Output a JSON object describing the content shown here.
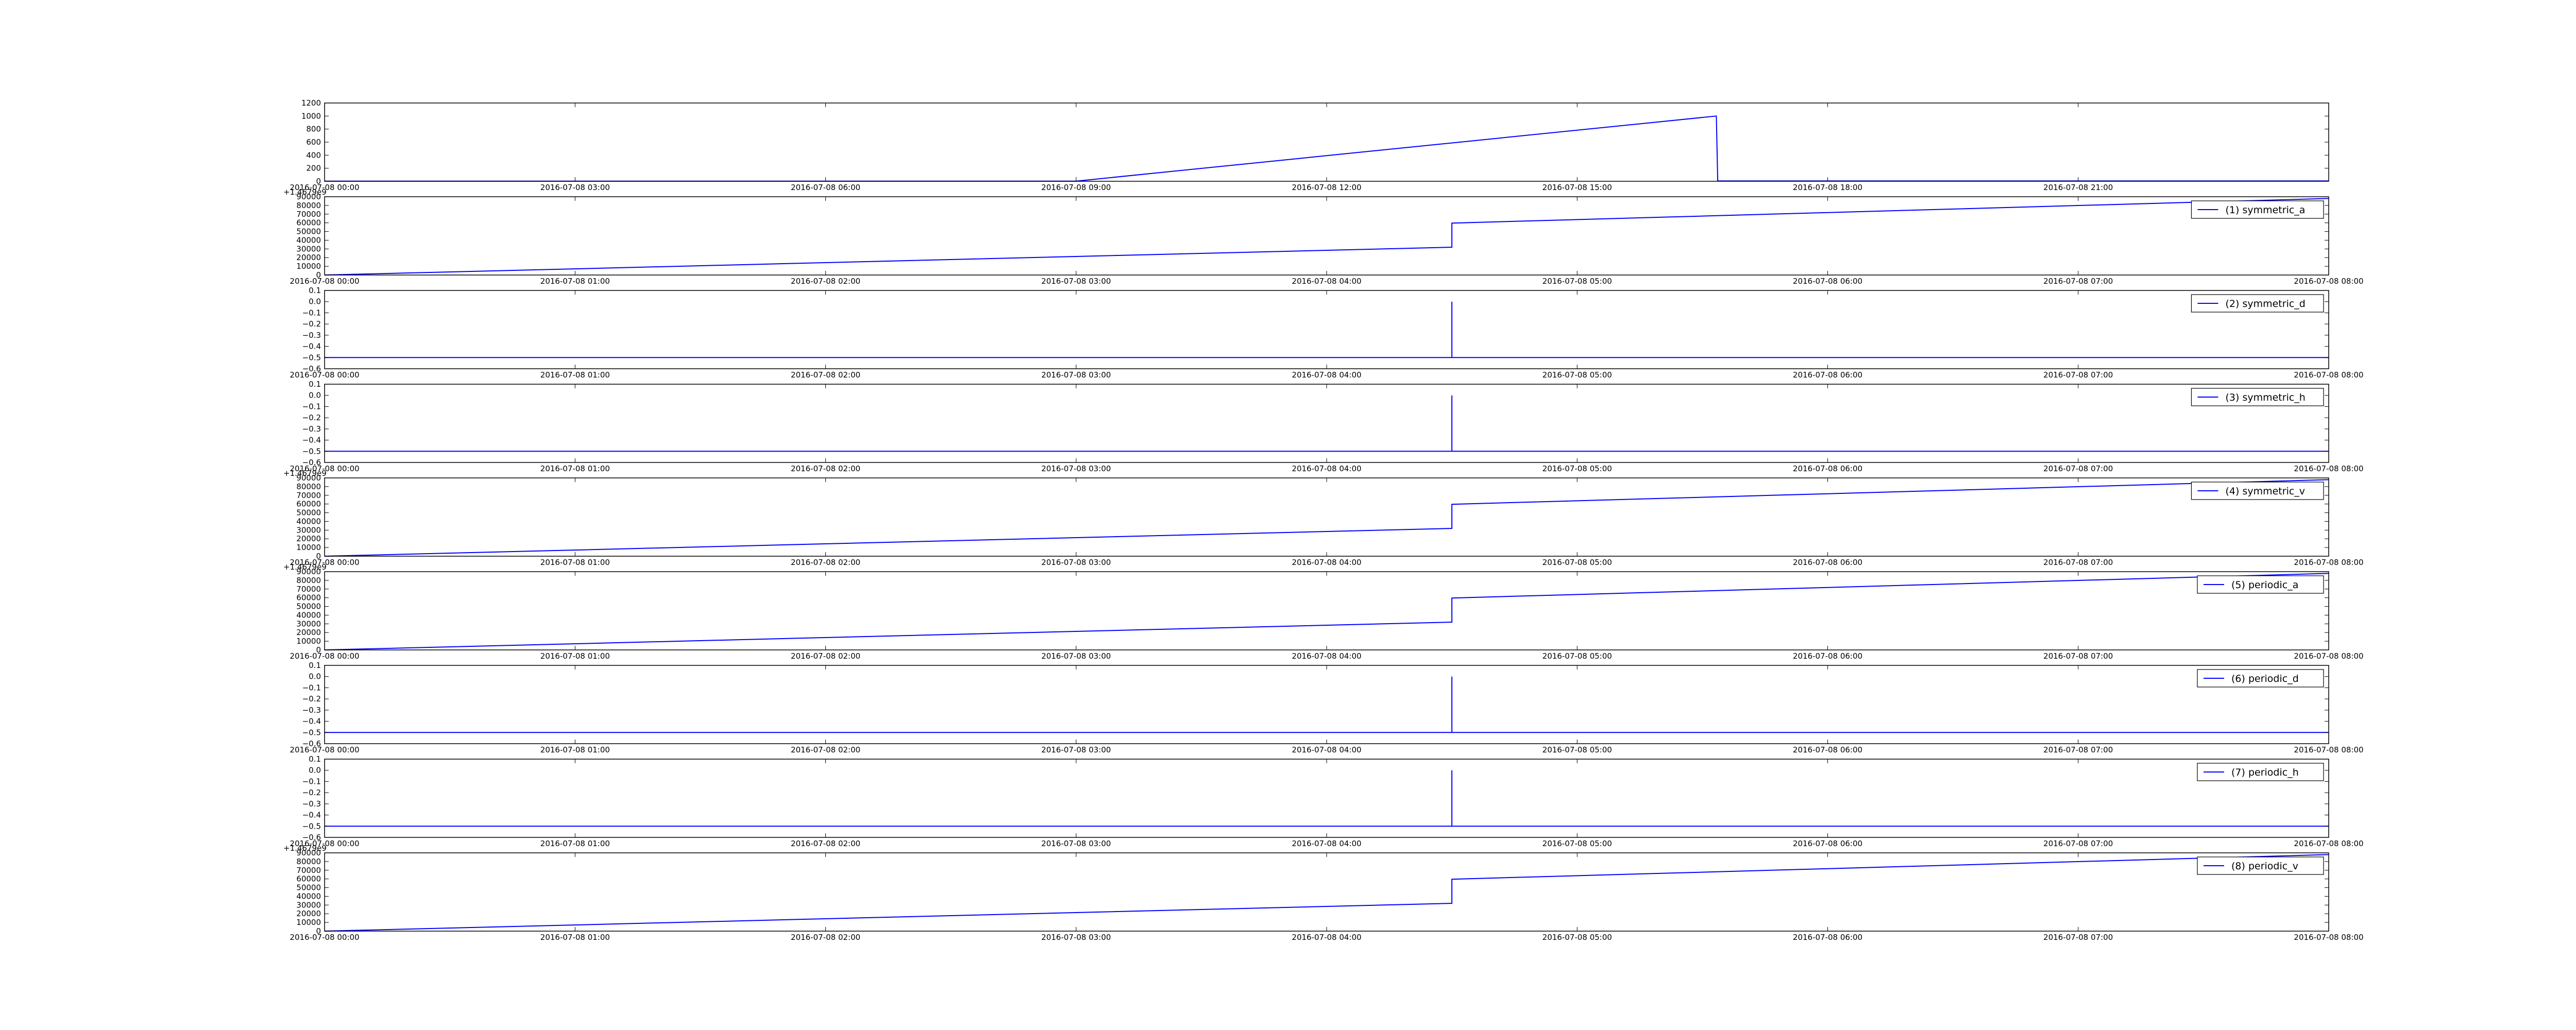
{
  "chart_data": [
    {
      "type": "line",
      "title": "",
      "xlabel": "",
      "ylabel": "",
      "x_type": "time",
      "xlim": [
        "2016-07-08 00:00",
        "2016-07-09 00:00"
      ],
      "ylim": [
        0,
        1200
      ],
      "y_ticks": [
        0,
        200,
        400,
        600,
        800,
        1000,
        1200
      ],
      "x_tick_labels": [
        "2016-07-08 00:00",
        "2016-07-08 03:00",
        "2016-07-08 06:00",
        "2016-07-08 09:00",
        "2016-07-08 12:00",
        "2016-07-08 15:00",
        "2016-07-08 18:00",
        "2016-07-08 21:00"
      ],
      "offset_label": "",
      "grid": false,
      "legend": null,
      "series": [
        {
          "color": "#0000ff",
          "points": [
            [
              "2016-07-08 00:00",
              2
            ],
            [
              "2016-07-08 09:00",
              2
            ],
            [
              "2016-07-08 16:40",
              1000
            ],
            [
              "2016-07-08 16:41",
              5
            ],
            [
              "2016-07-09 00:00",
              5
            ]
          ]
        }
      ]
    },
    {
      "type": "line",
      "title": "",
      "xlabel": "",
      "ylabel": "",
      "x_type": "time",
      "xlim": [
        "2016-07-08 00:00",
        "2016-07-08 08:00"
      ],
      "ylim": [
        0,
        90000
      ],
      "y_ticks": [
        0,
        10000,
        20000,
        30000,
        40000,
        50000,
        60000,
        70000,
        80000,
        90000
      ],
      "x_tick_labels": [
        "2016-07-08 00:00",
        "2016-07-08 01:00",
        "2016-07-08 02:00",
        "2016-07-08 03:00",
        "2016-07-08 04:00",
        "2016-07-08 05:00",
        "2016-07-08 06:00",
        "2016-07-08 07:00",
        "2016-07-08 08:00"
      ],
      "offset_label": "+1.4679e9",
      "grid": false,
      "legend": "top-right",
      "series": [
        {
          "name": "(1) symmetric_a",
          "color": "#0000ff",
          "points": [
            [
              "2016-07-08 00:00",
              0
            ],
            [
              "2016-07-08 04:30",
              32000
            ],
            [
              "2016-07-08 04:30",
              59700
            ],
            [
              "2016-07-08 08:00",
              88000
            ]
          ]
        }
      ]
    },
    {
      "type": "line",
      "title": "",
      "xlabel": "",
      "ylabel": "",
      "x_type": "time",
      "xlim": [
        "2016-07-08 00:00",
        "2016-07-08 08:00"
      ],
      "ylim": [
        -0.6,
        0.1
      ],
      "y_ticks": [
        -0.6,
        -0.5,
        -0.4,
        -0.3,
        -0.2,
        -0.1,
        0.0,
        0.1
      ],
      "x_tick_labels": [
        "2016-07-08 00:00",
        "2016-07-08 01:00",
        "2016-07-08 02:00",
        "2016-07-08 03:00",
        "2016-07-08 04:00",
        "2016-07-08 05:00",
        "2016-07-08 06:00",
        "2016-07-08 07:00",
        "2016-07-08 08:00"
      ],
      "offset_label": "",
      "grid": false,
      "legend": "top-right",
      "series": [
        {
          "name": "(2) symmetric_d",
          "color": "#0000ff",
          "points": [
            [
              "2016-07-08 00:00",
              -0.5
            ],
            [
              "2016-07-08 04:30",
              -0.5
            ],
            [
              "2016-07-08 04:30",
              0.0
            ],
            [
              "2016-07-08 04:30",
              -0.5
            ],
            [
              "2016-07-08 08:00",
              -0.5
            ]
          ]
        }
      ]
    },
    {
      "type": "line",
      "title": "",
      "xlabel": "",
      "ylabel": "",
      "x_type": "time",
      "xlim": [
        "2016-07-08 00:00",
        "2016-07-08 08:00"
      ],
      "ylim": [
        -0.6,
        0.1
      ],
      "y_ticks": [
        -0.6,
        -0.5,
        -0.4,
        -0.3,
        -0.2,
        -0.1,
        0.0,
        0.1
      ],
      "x_tick_labels": [
        "2016-07-08 00:00",
        "2016-07-08 01:00",
        "2016-07-08 02:00",
        "2016-07-08 03:00",
        "2016-07-08 04:00",
        "2016-07-08 05:00",
        "2016-07-08 06:00",
        "2016-07-08 07:00",
        "2016-07-08 08:00"
      ],
      "offset_label": "",
      "grid": false,
      "legend": "top-right",
      "series": [
        {
          "name": "(3) symmetric_h",
          "color": "#0000ff",
          "points": [
            [
              "2016-07-08 00:00",
              -0.5
            ],
            [
              "2016-07-08 04:30",
              -0.5
            ],
            [
              "2016-07-08 04:30",
              0.0
            ],
            [
              "2016-07-08 04:30",
              -0.5
            ],
            [
              "2016-07-08 08:00",
              -0.5
            ]
          ]
        }
      ]
    },
    {
      "type": "line",
      "title": "",
      "xlabel": "",
      "ylabel": "",
      "x_type": "time",
      "xlim": [
        "2016-07-08 00:00",
        "2016-07-08 08:00"
      ],
      "ylim": [
        0,
        90000
      ],
      "y_ticks": [
        0,
        10000,
        20000,
        30000,
        40000,
        50000,
        60000,
        70000,
        80000,
        90000
      ],
      "x_tick_labels": [
        "2016-07-08 00:00",
        "2016-07-08 01:00",
        "2016-07-08 02:00",
        "2016-07-08 03:00",
        "2016-07-08 04:00",
        "2016-07-08 05:00",
        "2016-07-08 06:00",
        "2016-07-08 07:00",
        "2016-07-08 08:00"
      ],
      "offset_label": "+1.4679e9",
      "grid": false,
      "legend": "top-right",
      "series": [
        {
          "name": "(4) symmetric_v",
          "color": "#0000ff",
          "points": [
            [
              "2016-07-08 00:00",
              0
            ],
            [
              "2016-07-08 04:30",
              32000
            ],
            [
              "2016-07-08 04:30",
              59700
            ],
            [
              "2016-07-08 08:00",
              88000
            ]
          ]
        }
      ]
    },
    {
      "type": "line",
      "title": "",
      "xlabel": "",
      "ylabel": "",
      "x_type": "time",
      "xlim": [
        "2016-07-08 00:00",
        "2016-07-08 08:00"
      ],
      "ylim": [
        0,
        90000
      ],
      "y_ticks": [
        0,
        10000,
        20000,
        30000,
        40000,
        50000,
        60000,
        70000,
        80000,
        90000
      ],
      "x_tick_labels": [
        "2016-07-08 00:00",
        "2016-07-08 01:00",
        "2016-07-08 02:00",
        "2016-07-08 03:00",
        "2016-07-08 04:00",
        "2016-07-08 05:00",
        "2016-07-08 06:00",
        "2016-07-08 07:00",
        "2016-07-08 08:00"
      ],
      "offset_label": "+1.4679e9",
      "grid": false,
      "legend": "top-right",
      "series": [
        {
          "name": "(5) periodic_a",
          "color": "#0000ff",
          "points": [
            [
              "2016-07-08 00:00",
              0
            ],
            [
              "2016-07-08 04:30",
              32000
            ],
            [
              "2016-07-08 04:30",
              59700
            ],
            [
              "2016-07-08 08:00",
              88000
            ]
          ]
        }
      ]
    },
    {
      "type": "line",
      "title": "",
      "xlabel": "",
      "ylabel": "",
      "x_type": "time",
      "xlim": [
        "2016-07-08 00:00",
        "2016-07-08 08:00"
      ],
      "ylim": [
        -0.6,
        0.1
      ],
      "y_ticks": [
        -0.6,
        -0.5,
        -0.4,
        -0.3,
        -0.2,
        -0.1,
        0.0,
        0.1
      ],
      "x_tick_labels": [
        "2016-07-08 00:00",
        "2016-07-08 01:00",
        "2016-07-08 02:00",
        "2016-07-08 03:00",
        "2016-07-08 04:00",
        "2016-07-08 05:00",
        "2016-07-08 06:00",
        "2016-07-08 07:00",
        "2016-07-08 08:00"
      ],
      "offset_label": "",
      "grid": false,
      "legend": "top-right",
      "series": [
        {
          "name": "(6) periodic_d",
          "color": "#0000ff",
          "points": [
            [
              "2016-07-08 00:00",
              -0.5
            ],
            [
              "2016-07-08 04:30",
              -0.5
            ],
            [
              "2016-07-08 04:30",
              0.0
            ],
            [
              "2016-07-08 04:30",
              -0.5
            ],
            [
              "2016-07-08 08:00",
              -0.5
            ]
          ]
        }
      ]
    },
    {
      "type": "line",
      "title": "",
      "xlabel": "",
      "ylabel": "",
      "x_type": "time",
      "xlim": [
        "2016-07-08 00:00",
        "2016-07-08 08:00"
      ],
      "ylim": [
        -0.6,
        0.1
      ],
      "y_ticks": [
        -0.6,
        -0.5,
        -0.4,
        -0.3,
        -0.2,
        -0.1,
        0.0,
        0.1
      ],
      "x_tick_labels": [
        "2016-07-08 00:00",
        "2016-07-08 01:00",
        "2016-07-08 02:00",
        "2016-07-08 03:00",
        "2016-07-08 04:00",
        "2016-07-08 05:00",
        "2016-07-08 06:00",
        "2016-07-08 07:00",
        "2016-07-08 08:00"
      ],
      "offset_label": "",
      "grid": false,
      "legend": "top-right",
      "series": [
        {
          "name": "(7) periodic_h",
          "color": "#0000ff",
          "points": [
            [
              "2016-07-08 00:00",
              -0.5
            ],
            [
              "2016-07-08 04:30",
              -0.5
            ],
            [
              "2016-07-08 04:30",
              0.0
            ],
            [
              "2016-07-08 04:30",
              -0.5
            ],
            [
              "2016-07-08 08:00",
              -0.5
            ]
          ]
        }
      ]
    },
    {
      "type": "line",
      "title": "",
      "xlabel": "",
      "ylabel": "",
      "x_type": "time",
      "xlim": [
        "2016-07-08 00:00",
        "2016-07-08 08:00"
      ],
      "ylim": [
        0,
        90000
      ],
      "y_ticks": [
        0,
        10000,
        20000,
        30000,
        40000,
        50000,
        60000,
        70000,
        80000,
        90000
      ],
      "x_tick_labels": [
        "2016-07-08 00:00",
        "2016-07-08 01:00",
        "2016-07-08 02:00",
        "2016-07-08 03:00",
        "2016-07-08 04:00",
        "2016-07-08 05:00",
        "2016-07-08 06:00",
        "2016-07-08 07:00",
        "2016-07-08 08:00"
      ],
      "offset_label": "+1.4679e9",
      "grid": false,
      "legend": "top-right",
      "series": [
        {
          "name": "(8) periodic_v",
          "color": "#0000ff",
          "points": [
            [
              "2016-07-08 00:00",
              0
            ],
            [
              "2016-07-08 04:30",
              32000
            ],
            [
              "2016-07-08 04:30",
              59700
            ],
            [
              "2016-07-08 08:00",
              88000
            ]
          ]
        }
      ]
    }
  ]
}
